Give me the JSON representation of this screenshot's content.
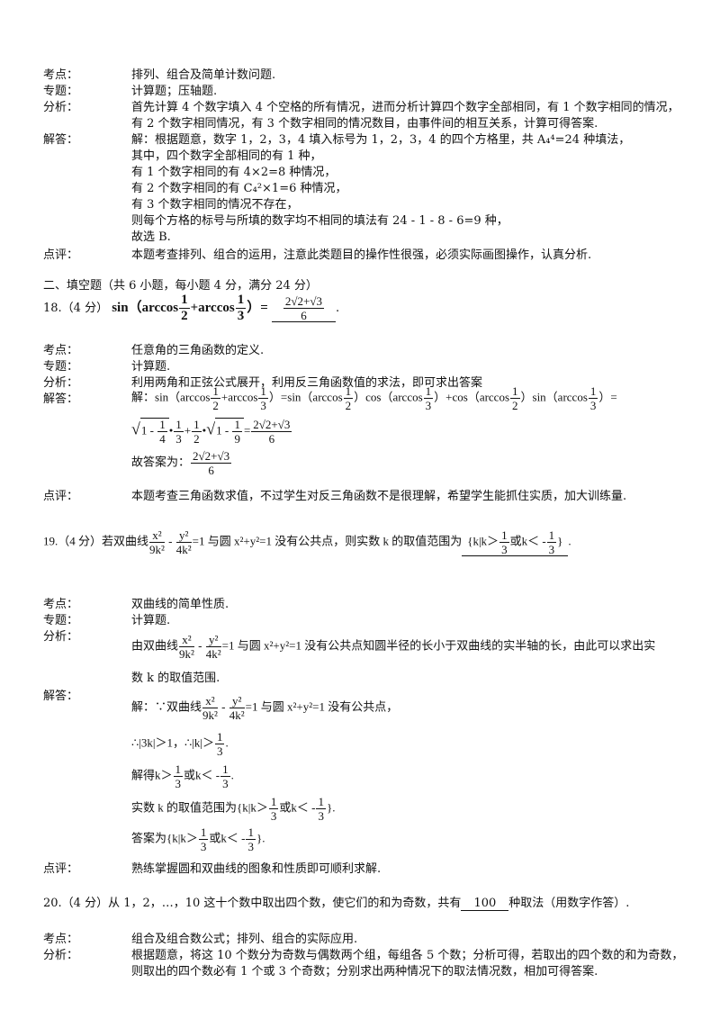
{
  "labels": {
    "kaodian": "考点：",
    "zhuanti": "专题：",
    "fenxi": "分析：",
    "jieda": "解答：",
    "dianping": "点评："
  },
  "p1": {
    "kaodian": "排列、组合及简单计数问题.",
    "zhuanti": "计算题；压轴题.",
    "fenxi1": "首先计算 4 个数字填入 4 个空格的所有情况，进而分析计算四个数字全部相同，有 1 个数字相同的情况，",
    "fenxi2": "有 2 个数字相同情况，有 3 个数字相同的情况数目，由事件间的相互关系，计算可得答案.",
    "jieda1": "解：根据题意，数字 1，2，3，4 填入标号为 1，2，3，4 的四个方格里，共 A₄⁴=24 种填法，",
    "jieda2": "其中，四个数字全部相同的有 1 种，",
    "jieda3": "有 1 个数字相同的有 4×2=8 种情况，",
    "jieda4": "有 2 个数字相同的有 C₄²×1=6 种情况，",
    "jieda5": "有 3 个数字相同的情况不存在，",
    "jieda6": "则每个方格的标号与所填的数字均不相同的填法有 24 - 1 - 8 - 6=9 种，",
    "jieda7": "故选 B.",
    "dianping": "本题考查排列、组合的运用，注意此类题目的操作性很强，必须实际画图操作，认真分析."
  },
  "section2": "二、填空题（共 6 小题，每小题 4 分，满分 24 分）",
  "q18": {
    "stem_prefix": "18.（4 分）",
    "answer": "2√2+√3 / 6",
    "kaodian": "任意角的三角函数的定义.",
    "zhuanti": "计算题.",
    "fenxi": "利用两角和正弦公式展开，利用反三角函数值的求法，即可求出答案",
    "jieda_intro": "解：",
    "guda": "故答案为：",
    "dianping": "本题考查三角函数求值，不过学生对反三角函数不是很理解，希望学生能抓住实质，加大训练量."
  },
  "q19": {
    "stem_prefix": "19.（4 分）若双曲线",
    "stem_mid": "=1 与圆 x²+y²=1 没有公共点，则实数 k 的取值范围为",
    "kaodian": "双曲线的简单性质.",
    "zhuanti": "计算题.",
    "fenxi_pre": "由双曲线",
    "fenxi_mid": "=1 与圆 x²+y²=1 没有公共点知圆半径的长小于双曲线的实半轴的长，由此可以求出实",
    "fenxi2": "数 k 的取值范围.",
    "jieda_pre": "解：∵双曲线",
    "jieda_mid": "=1 与圆 x²+y²=1 没有公共点，",
    "step1": "∴|3k|＞1，∴|k|",
    "step2": "解得",
    "step3": "实数 k 的取值范围为{k|",
    "step4": "答案为{k|",
    "dianping": "熟练掌握圆和双曲线的图象和性质即可顺利求解."
  },
  "q20": {
    "stem_pre": "20.（4 分）从 1，2，…，10 这十个数中取出四个数，使它们的和为奇数，共有",
    "answer": "100",
    "stem_post": "种取法（用数字作答）.",
    "kaodian": "组合及组合数公式；排列、组合的实际应用.",
    "fenxi1": "根据题意，将这 10 个数分为奇数与偶数两个组，每组各 5 个数；分析可得，若取出的四个数的和为奇数，",
    "fenxi2": "则取出的四个数必有 1 个或 3 个奇数；分别求出两种情况下的取法情况数，相加可得答案."
  }
}
